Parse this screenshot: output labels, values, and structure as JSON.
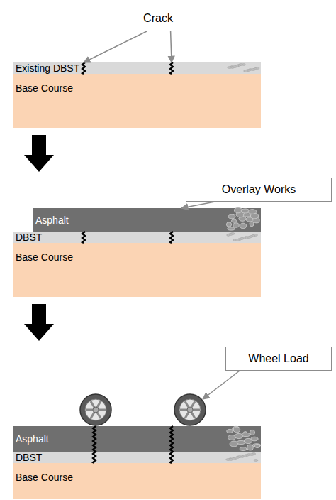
{
  "diagram": {
    "nodes": [
      {
        "text": [
          "Crack"
        ]
      },
      {
        "text": [
          "Existing DBST"
        ]
      },
      {
        "text": [
          "Base Course"
        ]
      },
      {
        "text": [
          "Overlay Works"
        ]
      },
      {
        "text": [
          "Asphalt"
        ]
      },
      {
        "text": [
          "DBST"
        ]
      },
      {
        "text": [
          "Base Course"
        ]
      },
      {
        "text": [
          "Wheel Load"
        ]
      },
      {
        "text": [
          "Asphalt"
        ]
      },
      {
        "text": [
          "DBST"
        ]
      },
      {
        "text": [
          "Base Course"
        ]
      }
    ],
    "edges": [
      {
        "from": 0,
        "to": 1,
        "arrow": "to"
      },
      {
        "from": 0,
        "to": 1,
        "arrow": "to"
      },
      {
        "from": 3,
        "to": 4,
        "arrow": "to"
      }
    ]
  }
}
